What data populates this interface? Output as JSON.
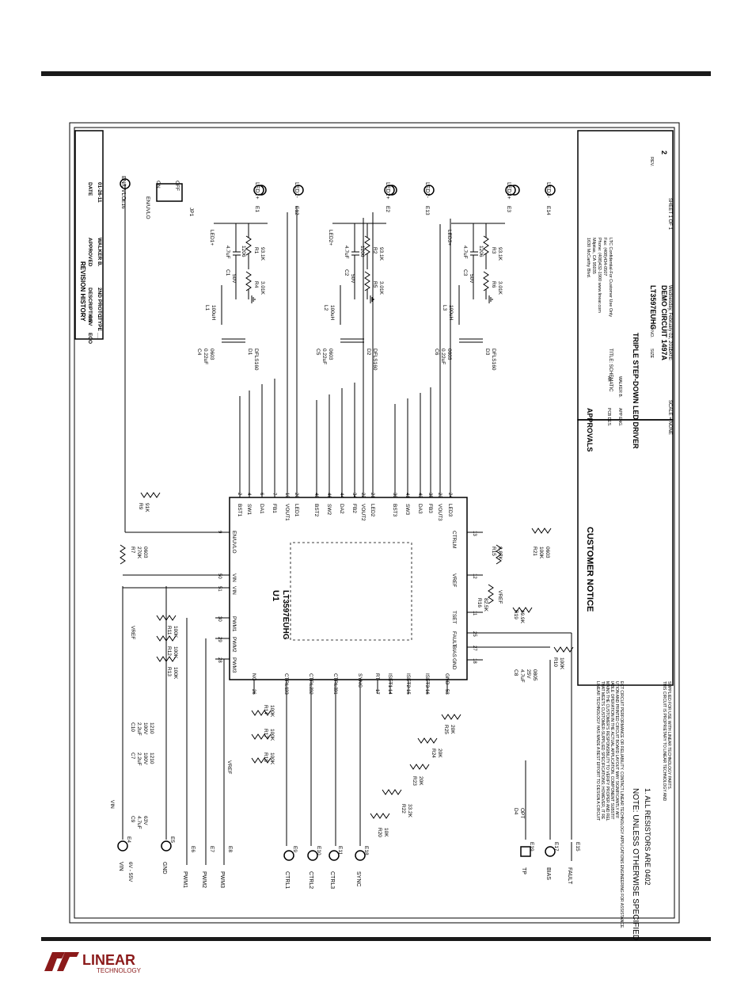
{
  "ic": {
    "ref": "U1",
    "part": "LT3597EUHG"
  },
  "top_pins": [
    {
      "num": "2",
      "name": "BST1"
    },
    {
      "num": "4",
      "name": "SW1"
    },
    {
      "num": "6",
      "name": "DA1"
    },
    {
      "num": "7",
      "name": "FB1"
    },
    {
      "num": "19",
      "name": "VOUT1"
    },
    {
      "num": "20",
      "name": "LED1"
    },
    {
      "num": "48",
      "name": "BST2"
    },
    {
      "num": "46",
      "name": "SW2"
    },
    {
      "num": "44",
      "name": "DA2"
    },
    {
      "num": "34",
      "name": "FB2"
    },
    {
      "num": "22",
      "name": "VOUT2"
    },
    {
      "num": "21",
      "name": "LED2"
    },
    {
      "num": "39",
      "name": "BST3"
    },
    {
      "num": "41",
      "name": "SW3"
    },
    {
      "num": "43",
      "name": "DA3"
    },
    {
      "num": "35",
      "name": "FB3"
    },
    {
      "num": "23",
      "name": "VOUT3"
    },
    {
      "num": "24",
      "name": "LED3"
    }
  ],
  "bottom_pins": [
    {
      "num": "26",
      "name": "NC"
    },
    {
      "num": "33",
      "name": "CTRL1"
    },
    {
      "num": "32",
      "name": "CTRL2"
    },
    {
      "num": "31",
      "name": "CTRL3"
    },
    {
      "num": "",
      "name": "SYNC"
    },
    {
      "num": "17",
      "name": "RT"
    },
    {
      "num": "14",
      "name": "ISET1"
    },
    {
      "num": "15",
      "name": "ISET2"
    },
    {
      "num": "16",
      "name": "ISET3"
    },
    {
      "num": "53",
      "name": "GND"
    }
  ],
  "left_pins": [
    {
      "num": "9",
      "name": "EN/UVLO"
    },
    {
      "num": "50",
      "name": "VIN"
    },
    {
      "num": "51",
      "name": "VIN"
    },
    {
      "num": "30",
      "name": "PWM1"
    },
    {
      "num": "29",
      "name": "PWM2"
    },
    {
      "num": "28",
      "name": "PWM3"
    }
  ],
  "right_pins": [
    {
      "num": "13",
      "name": "CTRLM"
    },
    {
      "num": "12",
      "name": "VREF"
    },
    {
      "num": "11",
      "name": "TSET"
    },
    {
      "num": "25",
      "name": "FAULT"
    },
    {
      "num": "27",
      "name": "BIAS"
    },
    {
      "num": "18",
      "name": "GND"
    }
  ],
  "terminals_top": [
    {
      "id": "E16",
      "label": "EN/UVLO"
    },
    {
      "id": "E1",
      "label": "LED1+"
    },
    {
      "id": "E12",
      "label": "LED1-"
    },
    {
      "id": "E2",
      "label": "LED2+"
    },
    {
      "id": "E13",
      "label": "LED2-"
    },
    {
      "id": "E3",
      "label": "LED3+"
    },
    {
      "id": "E14",
      "label": "LED3-"
    }
  ],
  "terminals_bottom": [
    {
      "id": "E4",
      "label": "VIN",
      "sub": "6V - 55V"
    },
    {
      "id": "E5",
      "label": "GND"
    },
    {
      "id": "E6",
      "label": "PWM1"
    },
    {
      "id": "E7",
      "label": "PWM2"
    },
    {
      "id": "E8",
      "label": "PWM3"
    },
    {
      "id": "E9",
      "label": "CTRL1"
    },
    {
      "id": "E10",
      "label": "CTRL2"
    },
    {
      "id": "E11",
      "label": "CTRL3"
    },
    {
      "id": "E18",
      "label": "SYNC"
    },
    {
      "id": "E19",
      "label": "TP"
    },
    {
      "id": "E17",
      "label": "BIAS"
    },
    {
      "id": "E15",
      "label": "FAULT"
    }
  ],
  "channels": [
    {
      "L": "L1",
      "Lval": "100uH",
      "C": "C1",
      "Cv": "4.7uF",
      "Cv2": "50V",
      "Cpkg": "1206",
      "Rt": "R1",
      "Rtv": "93.1K",
      "Rb": "R4",
      "Rbv": "3.01K",
      "Cb": "C4",
      "Cbv": "0.22uF",
      "Cbp": "0603",
      "D": "D1",
      "Dv": "DFLS160",
      "net": "LED1+"
    },
    {
      "L": "L2",
      "Lval": "100uH",
      "C": "C2",
      "Cv": "4.7uF",
      "Cv2": "50V",
      "Cpkg": "1206",
      "Rt": "R2",
      "Rtv": "93.1K",
      "Rb": "R5",
      "Rbv": "3.01K",
      "Cb": "C5",
      "Cbv": "0.22uF",
      "Cbp": "0603",
      "D": "D2",
      "Dv": "DFLS160",
      "net": "LED2+"
    },
    {
      "L": "L3",
      "Lval": "100uH",
      "C": "C3",
      "Cv": "4.7uF",
      "Cv2": "50V",
      "Cpkg": "1206",
      "Rt": "R3",
      "Rtv": "93.1K",
      "Rb": "R6",
      "Rbv": "3.01K",
      "Cb": "C6",
      "Cbv": "0.22uF",
      "Cbp": "0603",
      "D": "D3",
      "Dv": "DFLS160",
      "net": "LED3+"
    }
  ],
  "parts": {
    "R9": "91K",
    "R7": "270K",
    "R7pkg": "0603",
    "R11": "100K",
    "R12": "100K",
    "R13": "100K",
    "R14": "100K",
    "R17": "100K",
    "R18": "100K",
    "R15": "8.87K",
    "R16": "82.5K",
    "R19": "49.9K",
    "R21": "100K",
    "R21pkg": "0603",
    "R10": "100K",
    "R20": "10K",
    "R22": "33.2K",
    "R23": "20K",
    "R24": "20K",
    "R25": "20K",
    "C7": "2.2uF",
    "C7v": "100V",
    "C7p": "1210",
    "C10": "2.2uF",
    "C10v": "100V",
    "C10p": "1210",
    "C9": "4.7uF",
    "C9v": "63V",
    "C8": "4.7uF",
    "C8v": "25V",
    "C8p": "0805",
    "D4": "OPT",
    "JP1": "JP1"
  },
  "net_labels": {
    "vref": "VREF",
    "vin": "VIN",
    "on": "ON",
    "off": "OFF",
    "jp_en": "EN/UVLO"
  },
  "notes": {
    "line1": "NOTE: UNLESS OTHERWISE SPECIFIED",
    "line2": "1. ALL RESISTORS ARE 0402"
  },
  "revision": {
    "title": "REVISION HISTORY",
    "headers": [
      "ECO",
      "REV",
      "DESCRIPTION",
      "APPROVED",
      "DATE"
    ],
    "row": [
      "__",
      "1",
      "2ND PROTOTYPE",
      "WALKER B.",
      "01-26-11"
    ]
  },
  "approvals": {
    "title": "APPROVALS",
    "pcb_des": "PCB DES.",
    "pcb_des_v": "AK",
    "app_eng": "APP ENG.",
    "app_eng_v": "WALKER B."
  },
  "customer_notice": {
    "title": "CUSTOMER NOTICE",
    "body": "LINEAR TECHNOLOGY HAS MADE A BEST EFFORT TO DESIGN A CIRCUIT THAT MEETS CUSTOMER-SUPPLIED SPECIFICATIONS; HOWEVER, IT REMAINS THE CUSTOMER'S RESPONSIBILITY TO VERIFY PROPER AND RELIABLE OPERATION IN THE ACTUAL APPLICATION. COMPONENT SUBSTITUTION AND PRINTED CIRCUIT BOARD LAYOUT MAY SIGNIFICANTLY AFFECT CIRCUIT PERFORMANCE OR RELIABILITY. CONTACT LINEAR TECHNOLOGY APPLICATIONS ENGINEERING FOR ASSISTANCE.",
    "prop": "THIS CIRCUIT IS PROPRIETARY TO LINEAR TECHNOLOGY AND SUPPLIED FOR USE WITH LINEAR TECHNOLOGY PARTS."
  },
  "company": {
    "addr1": "1630 McCarthy Blvd.",
    "addr2": "Milpitas, CA 95035",
    "phone": "Phone: (408)432-1900   www.linear.com",
    "fax": "Fax: (408)434-0507",
    "conf": "LTC Confidential-For Customer Use Only"
  },
  "title_block": {
    "title_lbl": "TITLE: SCHEMATIC",
    "title": "TRIPLE STEP-DOWN LED DRIVER",
    "size": "SIZE",
    "ic_no": "IC NO.",
    "ic": "LT3597EUHG",
    "demo": "DEMO CIRCUIT 1497A",
    "rev": "REV.",
    "rev_v": "2",
    "date_lbl": "DATE:",
    "date": "Wednesday, February 02, 2011",
    "sheet": "SHEET  1  OF  1",
    "scale": "SCALE = NONE"
  },
  "logo": {
    "brand": "LINEAR",
    "sub": "TECHNOLOGY"
  }
}
